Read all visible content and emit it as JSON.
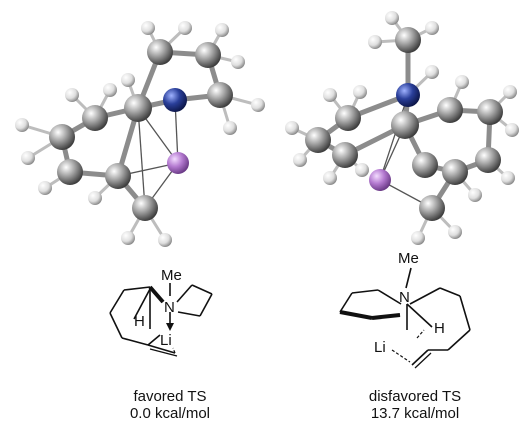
{
  "colors": {
    "carbon": "#8f8f8f",
    "hydrogen": "#dcdcdc",
    "nitrogen": "#2a3f9a",
    "lithium": "#b47ad0",
    "bond": "#222222"
  },
  "structures": [
    {
      "atoms": {
        "me": "Me",
        "n": "N",
        "h": "H",
        "li": "Li"
      },
      "caption": {
        "name": "favored TS",
        "energy": "0.0 kcal/mol"
      }
    },
    {
      "atoms": {
        "me": "Me",
        "n": "N",
        "h": "H",
        "li": "Li"
      },
      "caption": {
        "name": "disfavored TS",
        "energy": "13.7 kcal/mol"
      }
    }
  ]
}
